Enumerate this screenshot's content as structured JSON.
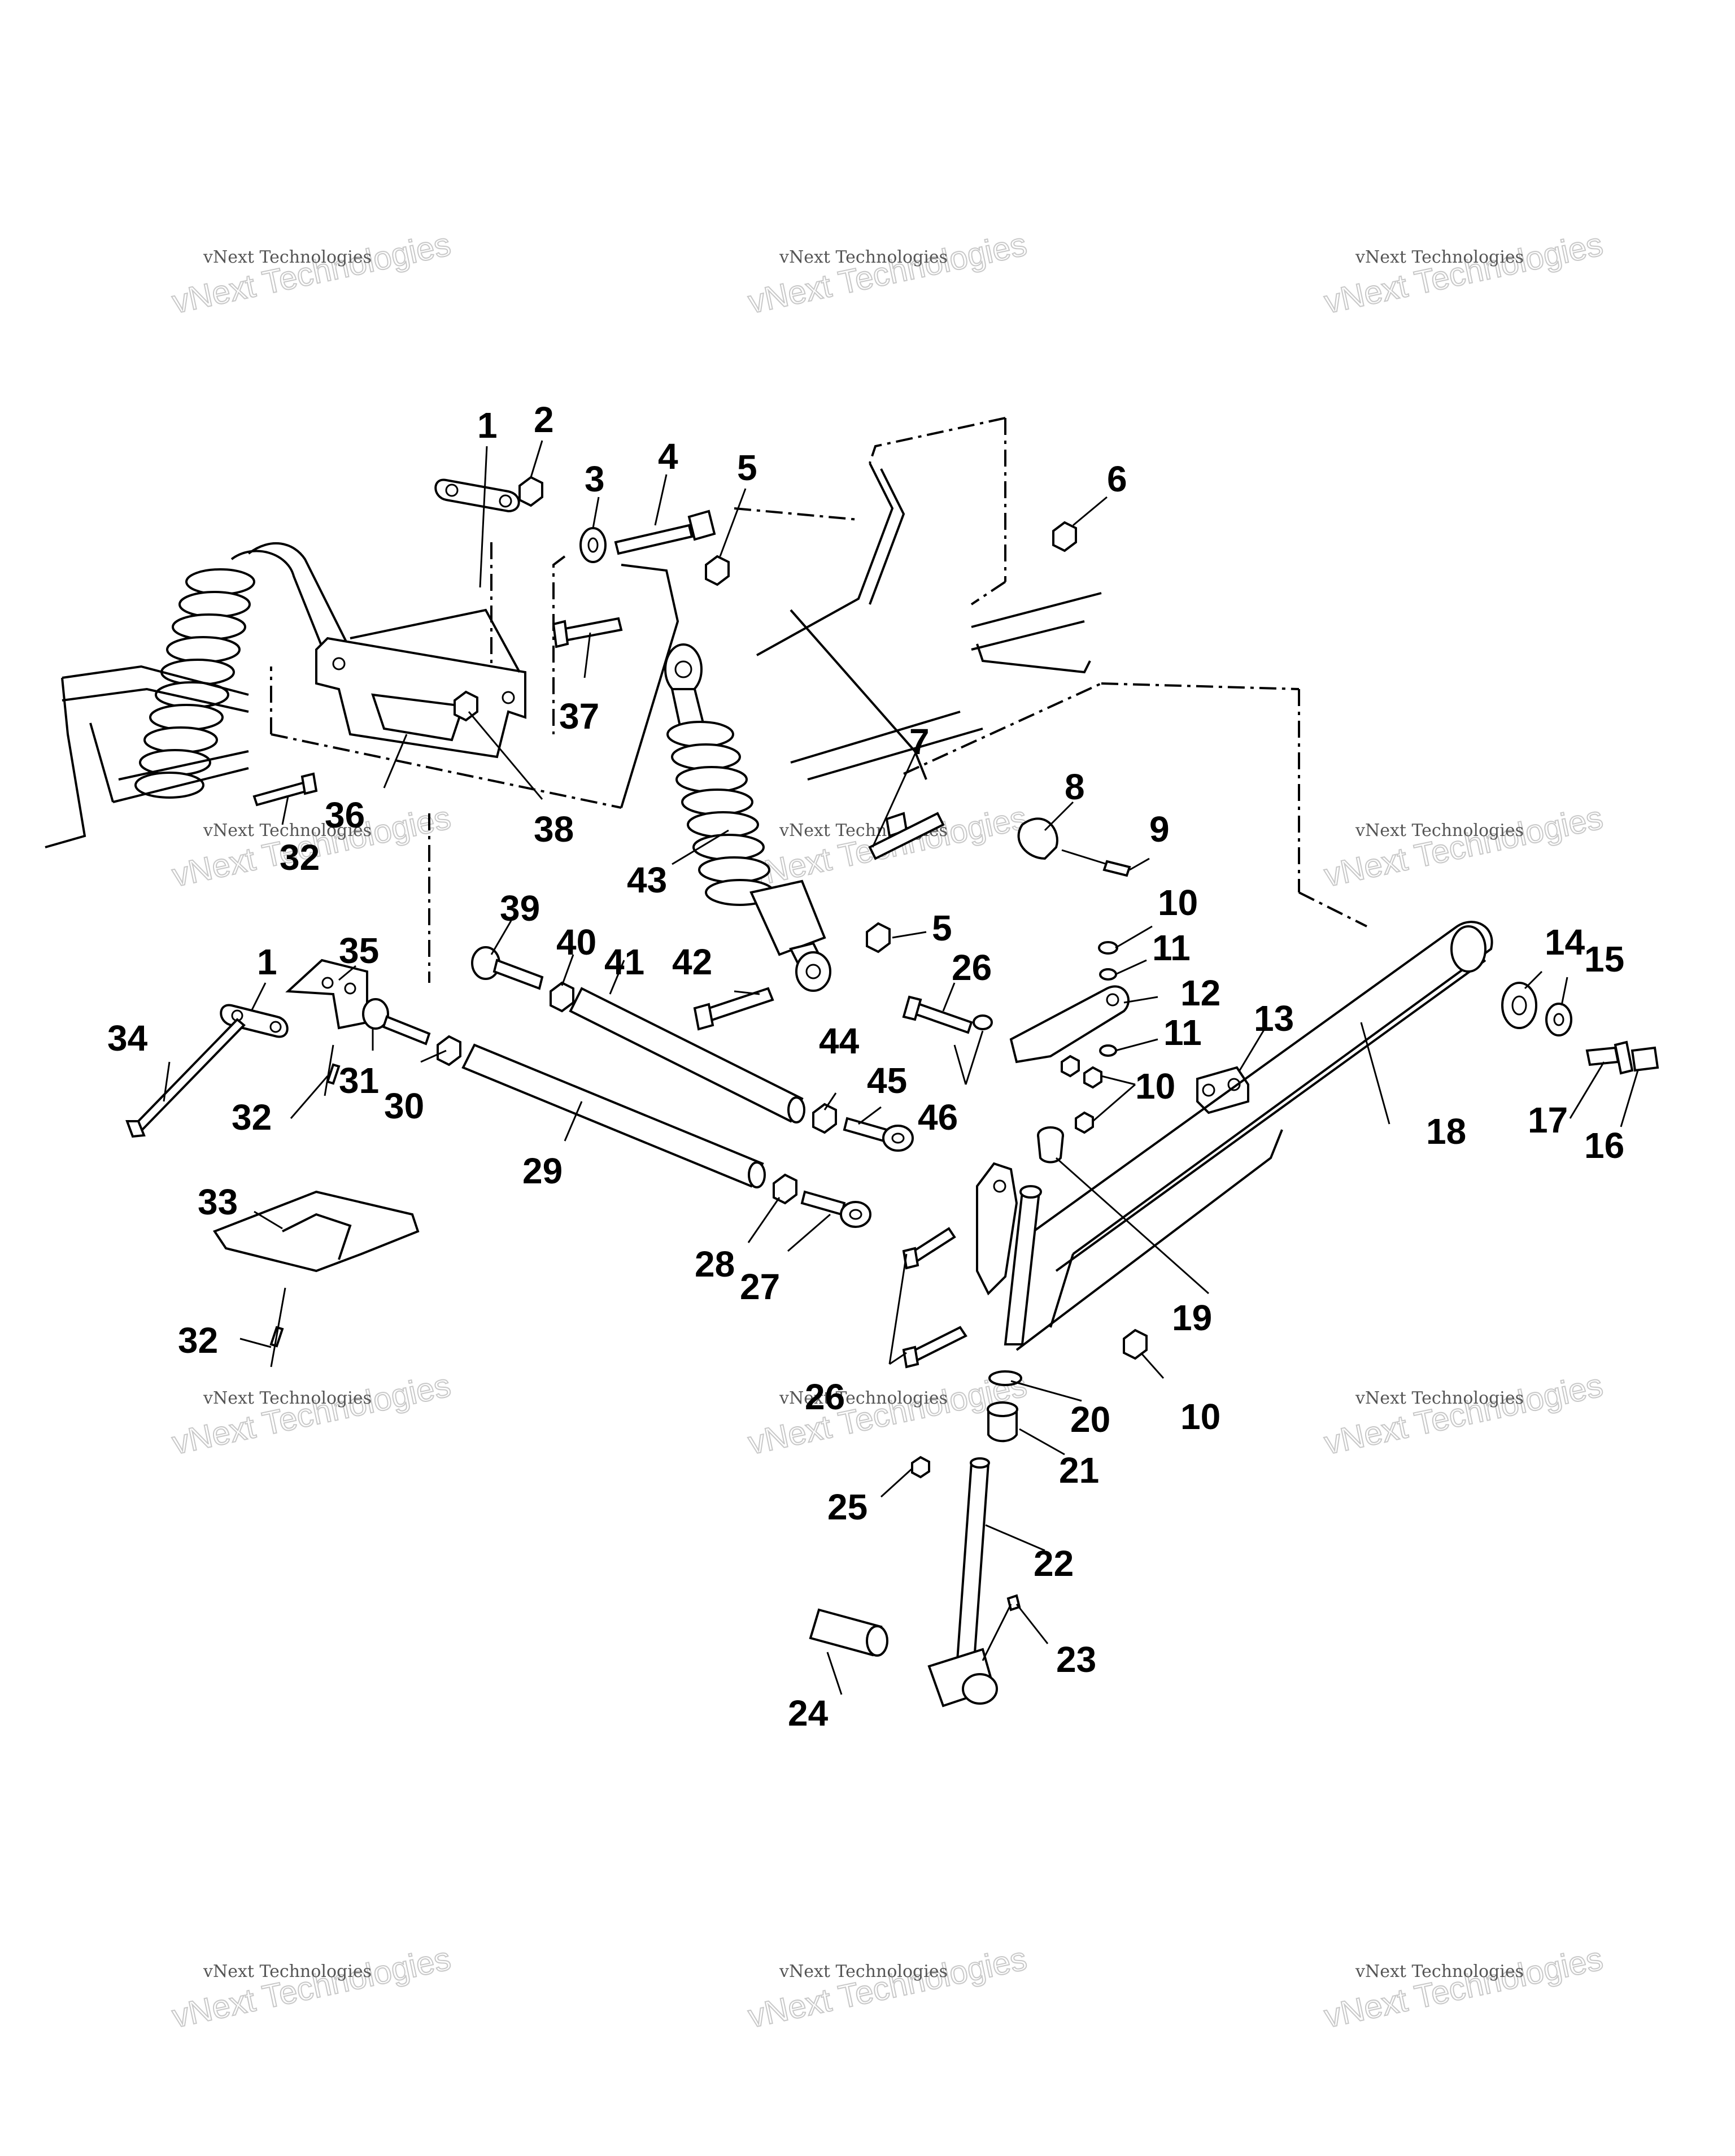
{
  "watermark": {
    "line1": "vNext Technologies",
    "line2": "vNext Technologies"
  },
  "callouts": [
    "1",
    "2",
    "3",
    "4",
    "5",
    "6",
    "37",
    "36",
    "38",
    "32",
    "7",
    "8",
    "9",
    "43",
    "10",
    "11",
    "12",
    "11",
    "10",
    "13",
    "39",
    "40",
    "41",
    "42",
    "5",
    "26",
    "35",
    "1",
    "34",
    "31",
    "30",
    "44",
    "45",
    "46",
    "32",
    "29",
    "18",
    "17",
    "16",
    "14",
    "15",
    "33",
    "28",
    "27",
    "19",
    "26",
    "20",
    "10",
    "21",
    "32",
    "25",
    "22",
    "23",
    "24"
  ]
}
